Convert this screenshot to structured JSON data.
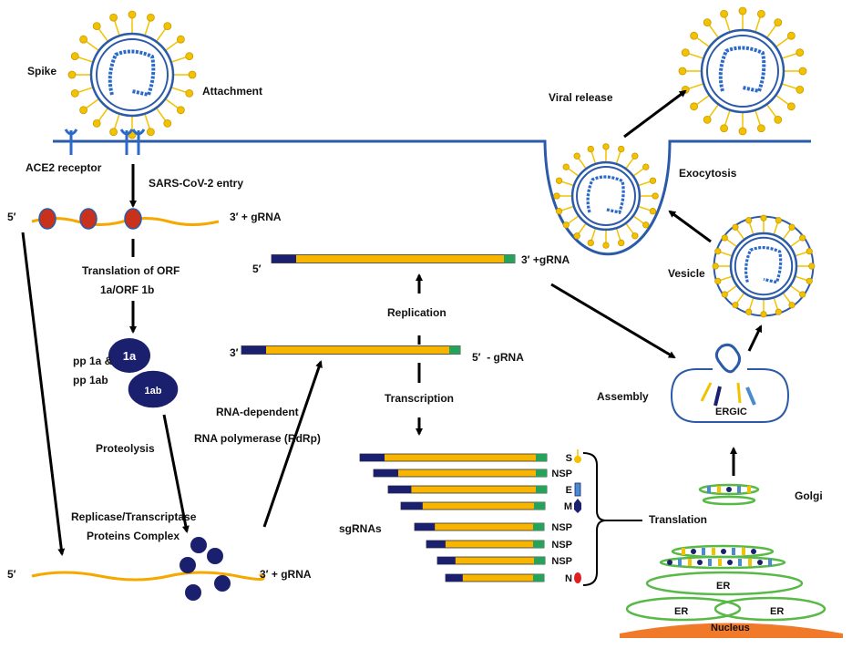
{
  "colors": {
    "membrane": "#2b5aa8",
    "navy": "#1a1f6e",
    "rna_yellow": "#f7b500",
    "rna_green": "#27a25a",
    "spike": "#f2c200",
    "ribosome": "#c8321c",
    "er_green": "#58b947",
    "nucleus": "#f07a2a"
  },
  "entry": {
    "spike": "Spike",
    "attachment": "Attachment",
    "ace2": "ACE2 receptor",
    "entry": "SARS-CoV-2 entry",
    "five_prime": "5′",
    "three_prime_grna": "3′ + gRNA"
  },
  "translation": {
    "line1": "Translation of ORF",
    "line2": "1a/ORF 1b",
    "pp_line1": "pp 1a &",
    "pp_line2": "pp 1ab",
    "protein_1a": "1a",
    "protein_1ab": "1ab",
    "proteolysis": "Proteolysis",
    "complex_line1": "Replicase/Transcriptase",
    "complex_line2": "Proteins Complex",
    "five_prime": "5′",
    "three_prime_grna": "3′ + gRNA"
  },
  "rdrp": {
    "line1": "RNA-dependent",
    "line2": "RNA polymerase (RdRp)"
  },
  "replication": {
    "plus_five": "5′",
    "plus_three": "3′ +gRNA",
    "label": "Replication",
    "minus_three": "3′",
    "minus_five": "5′  - gRNA",
    "transcription": "Transcription"
  },
  "sgrnas": {
    "label": "sgRNAs",
    "items": [
      {
        "label": "S",
        "marker": "spike"
      },
      {
        "label": "NSP",
        "marker": "none"
      },
      {
        "label": "E",
        "marker": "envelope"
      },
      {
        "label": "M",
        "marker": "membrane"
      },
      {
        "label": "NSP",
        "marker": "none"
      },
      {
        "label": "NSP",
        "marker": "none"
      },
      {
        "label": "NSP",
        "marker": "none"
      },
      {
        "label": "N",
        "marker": "nucleocapsid"
      }
    ]
  },
  "assembly": {
    "viral_release": "Viral release",
    "exocytosis": "Exocytosis",
    "vesicle": "Vesicle",
    "assembly": "Assembly",
    "ergic": "ERGIC",
    "golgi": "Golgi",
    "translation": "Translation",
    "er1": "ER",
    "er2": "ER",
    "er3": "ER",
    "nucleus": "Nucleus"
  }
}
